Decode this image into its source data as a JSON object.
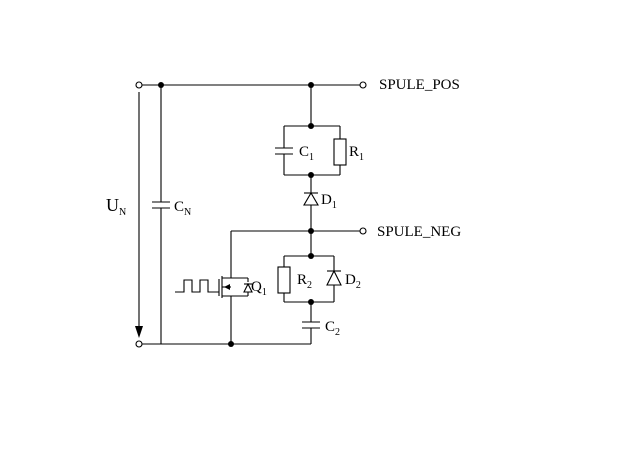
{
  "labels": {
    "supply": {
      "main": "U",
      "sub": "N"
    },
    "cn": {
      "main": "C",
      "sub": "N"
    },
    "c1": {
      "main": "C",
      "sub": "1"
    },
    "r1": {
      "main": "R",
      "sub": "1"
    },
    "d1": {
      "main": "D",
      "sub": "1"
    },
    "q1": {
      "main": "Q",
      "sub": "1"
    },
    "r2": {
      "main": "R",
      "sub": "2"
    },
    "d2": {
      "main": "D",
      "sub": "2"
    },
    "c2": {
      "main": "C",
      "sub": "2"
    }
  },
  "terminals": {
    "pos": "SPULE_POS",
    "neg": "SPULE_NEG"
  }
}
